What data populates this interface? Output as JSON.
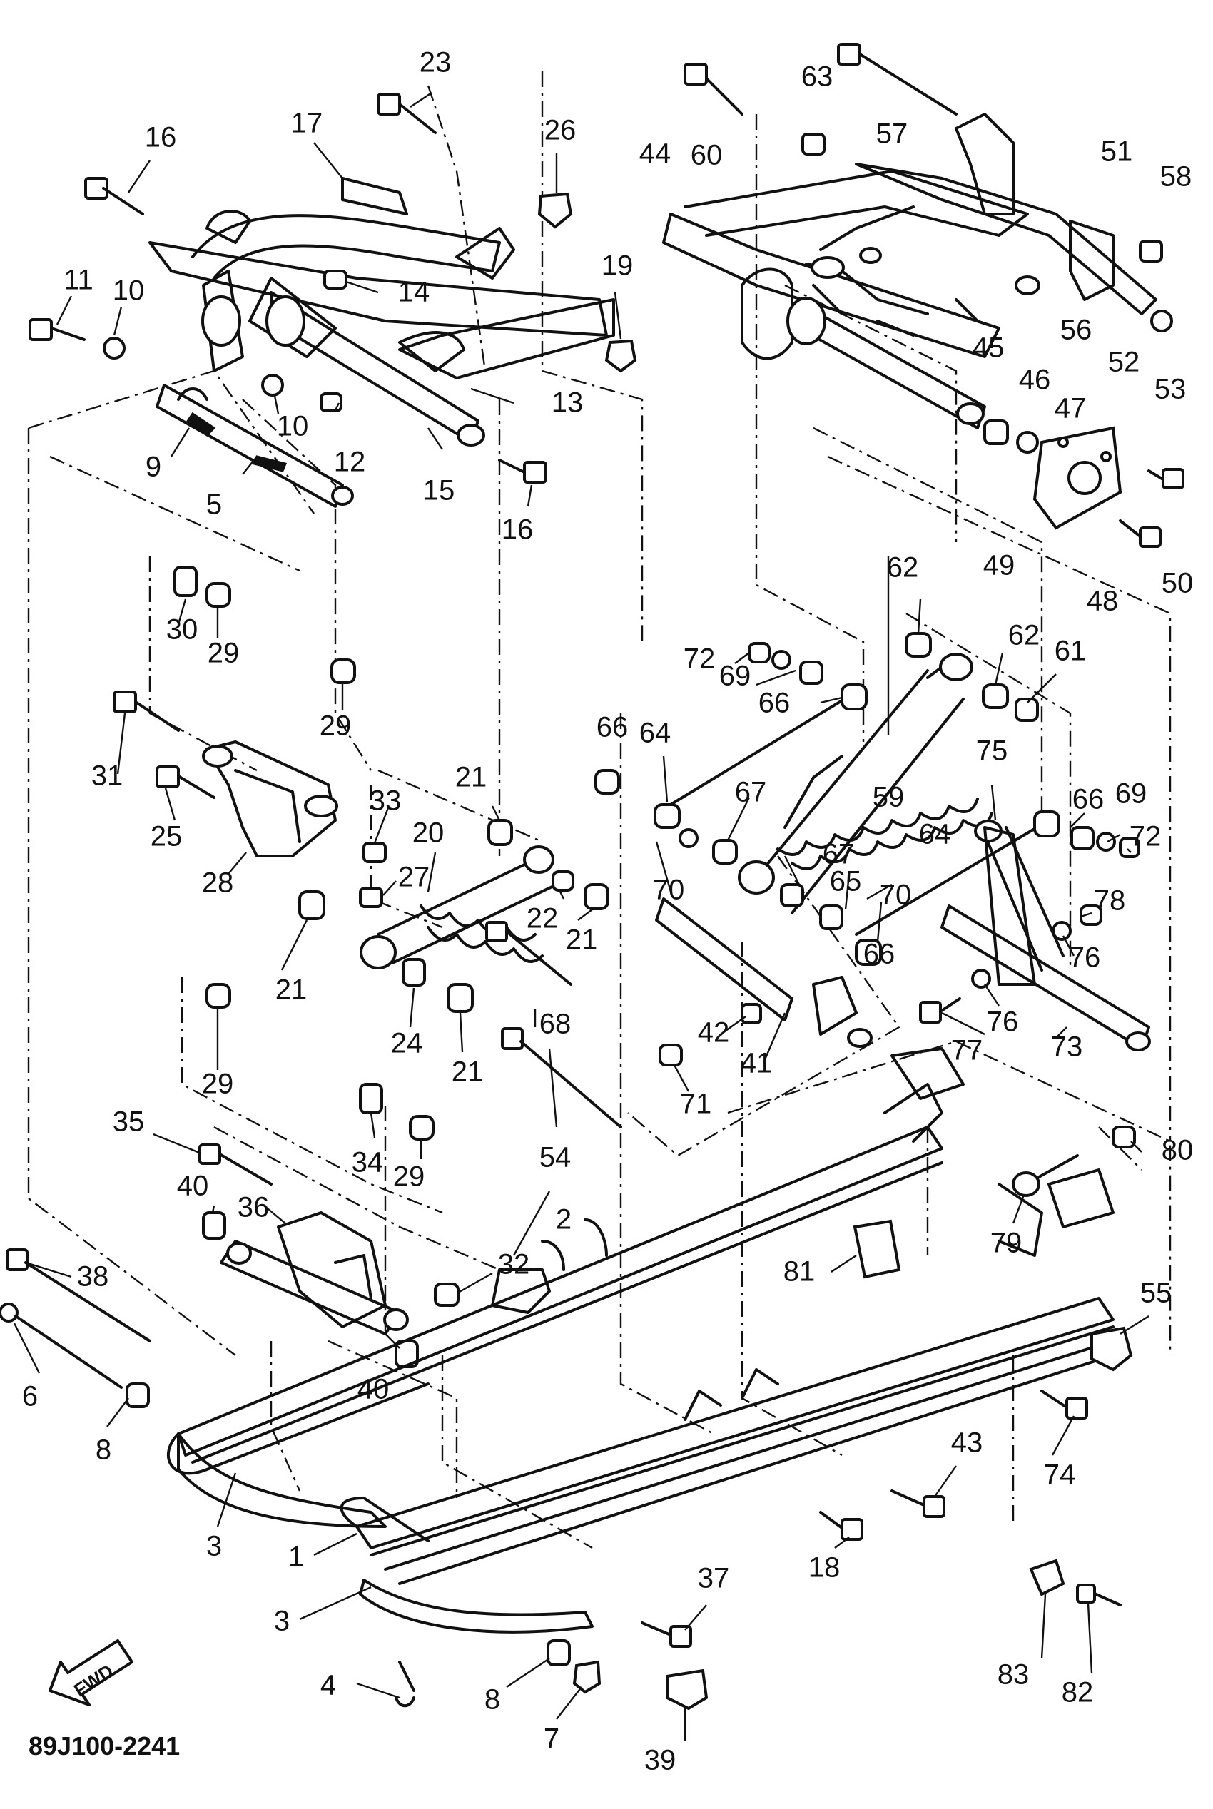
{
  "diagram_code": "89J100-2241",
  "direction_arrow": {
    "label": "FWD"
  },
  "callout_numbers": [
    "1",
    "2",
    "3",
    "4",
    "5",
    "6",
    "7",
    "8",
    "9",
    "10",
    "11",
    "12",
    "13",
    "14",
    "15",
    "16",
    "17",
    "18",
    "19",
    "20",
    "21",
    "22",
    "23",
    "24",
    "25",
    "26",
    "27",
    "28",
    "29",
    "30",
    "31",
    "32",
    "33",
    "34",
    "35",
    "36",
    "37",
    "38",
    "39",
    "40",
    "41",
    "42",
    "43",
    "44",
    "45",
    "46",
    "47",
    "48",
    "49",
    "50",
    "51",
    "52",
    "53",
    "54",
    "55",
    "56",
    "57",
    "58",
    "59",
    "60",
    "61",
    "62",
    "63",
    "64",
    "65",
    "66",
    "67",
    "68",
    "69",
    "70",
    "71",
    "72",
    "73",
    "74",
    "75",
    "76",
    "77",
    "78",
    "79",
    "80",
    "81",
    "82",
    "83"
  ],
  "callouts": {
    "c1": "1",
    "c2": "2",
    "c3a": "3",
    "c3b": "3",
    "c4": "4",
    "c5": "5",
    "c6": "6",
    "c7": "7",
    "c8a": "8",
    "c8b": "8",
    "c9": "9",
    "c10a": "10",
    "c10b": "10",
    "c11": "11",
    "c12": "12",
    "c13": "13",
    "c14": "14",
    "c15": "15",
    "c16a": "16",
    "c16b": "16",
    "c17": "17",
    "c18": "18",
    "c19": "19",
    "c20": "20",
    "c21a": "21",
    "c21b": "21",
    "c21c": "21",
    "c21d": "21",
    "c22": "22",
    "c23": "23",
    "c24": "24",
    "c25": "25",
    "c26": "26",
    "c27": "27",
    "c28": "28",
    "c29a": "29",
    "c29b": "29",
    "c29c": "29",
    "c29d": "29",
    "c30": "30",
    "c31": "31",
    "c32": "32",
    "c33": "33",
    "c34": "34",
    "c35": "35",
    "c36": "36",
    "c37": "37",
    "c38": "38",
    "c39": "39",
    "c40a": "40",
    "c40b": "40",
    "c41": "41",
    "c42": "42",
    "c43": "43",
    "c44": "44",
    "c45": "45",
    "c46": "46",
    "c47": "47",
    "c48": "48",
    "c49": "49",
    "c50": "50",
    "c51": "51",
    "c52": "52",
    "c53": "53",
    "c54": "54",
    "c55": "55",
    "c56": "56",
    "c57": "57",
    "c58": "58",
    "c59": "59",
    "c60": "60",
    "c61": "61",
    "c62a": "62",
    "c62b": "62",
    "c63": "63",
    "c64a": "64",
    "c64b": "64",
    "c65": "65",
    "c66a": "66",
    "c66b": "66",
    "c66c": "66",
    "c66d": "66",
    "c67a": "67",
    "c67b": "67",
    "c68": "68",
    "c69a": "69",
    "c69b": "69",
    "c70a": "70",
    "c70b": "70",
    "c71": "71",
    "c72a": "72",
    "c72b": "72",
    "c73": "73",
    "c74": "74",
    "c75": "75",
    "c76a": "76",
    "c76b": "76",
    "c77": "77",
    "c78": "78",
    "c79": "79",
    "c80": "80",
    "c81": "81",
    "c82": "82",
    "c83": "83"
  }
}
